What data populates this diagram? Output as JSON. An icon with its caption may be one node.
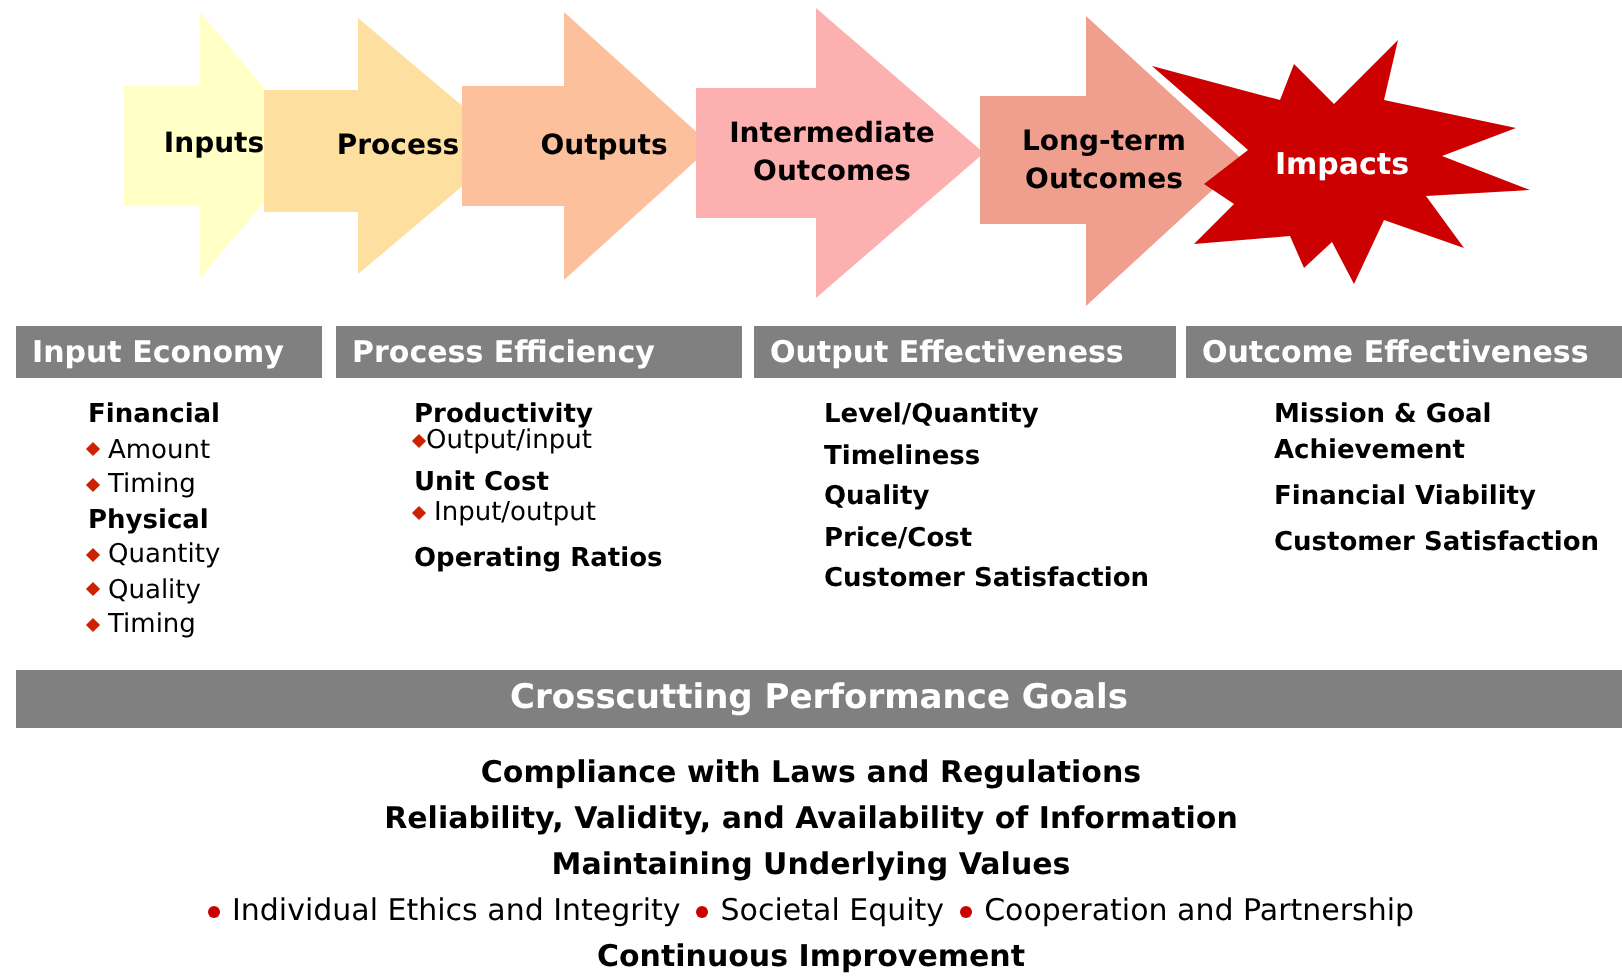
{
  "diagram": {
    "nodes": [
      {
        "text": [
          "Inputs"
        ]
      },
      {
        "text": [
          "Process"
        ]
      },
      {
        "text": [
          "Outputs"
        ]
      },
      {
        "text": [
          "Intermediate Outcomes"
        ]
      },
      {
        "text": [
          "Long-term Outcomes"
        ]
      },
      {
        "text": [
          "Impacts"
        ]
      },
      {
        "text": [
          "Input Economy"
        ],
        "beside": [
          "Financial",
          "Amount",
          "Timing",
          "Physical",
          "Quantity",
          "Quality",
          "Timing"
        ]
      },
      {
        "text": [
          "Process Efficiency"
        ],
        "beside": [
          "Productivity",
          "Output/input",
          "Unit Cost",
          "Input/output",
          "Operating Ratios"
        ]
      },
      {
        "text": [
          "Output Effectiveness"
        ],
        "beside": [
          "Level/Quantity",
          "Timeliness",
          "Quality",
          "Price/Cost",
          "Customer Satisfaction"
        ]
      },
      {
        "text": [
          "Outcome Effectiveness"
        ],
        "beside": [
          "Mission & Goal Achievement",
          "Financial Viability",
          "Customer Satisfaction"
        ]
      },
      {
        "text": [
          "Crosscutting Performance Goals"
        ],
        "beside": [
          "Compliance with Laws and Regulations",
          "Reliability, Validity, and Availability of Information",
          "Maintaining Underlying Values",
          "Individual Ethics and Integrity",
          "Societal Equity",
          "Cooperation and Partnership",
          "Continuous Improvement"
        ]
      }
    ]
  }
}
